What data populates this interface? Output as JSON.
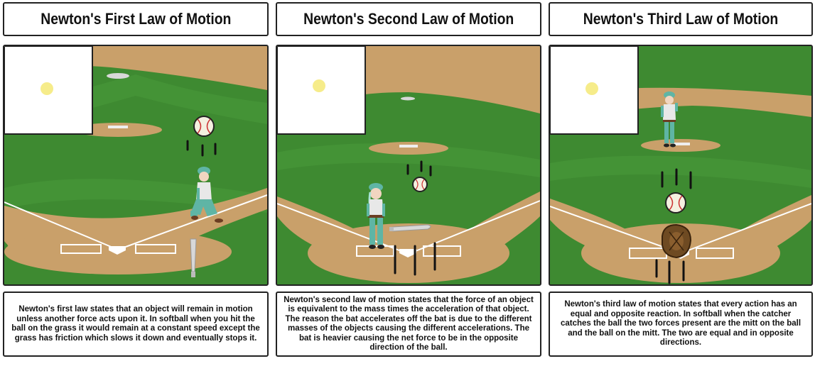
{
  "panels": [
    {
      "title": "Newton's First Law of Motion",
      "caption": "Newton's first law states that an object will remain in motion unless another force acts upon it. In softball when you hit the ball on the grass it would remain at a constant speed except the grass has friction which slows it down and eventually stops it."
    },
    {
      "title": "Newton's Second Law of Motion",
      "caption": "Newton's second law of motion states that the force of an object is equivalent to the mass times the acceleration of that object. The reason the bat accelerates off the bat is due to the different masses of the objects causing the different accelerations. The bat is heavier causing the net force to be in the opposite direction of the ball."
    },
    {
      "title": "Newton's Third Law of Motion",
      "caption": "Newton's third law of motion states that every action has an equal and opposite reaction. In softball when the catcher catches the ball the two forces present are the mitt on the ball and the ball on the mitt. The two are equal and in opposite directions."
    }
  ],
  "colors": {
    "grass": "#3e8a31",
    "grass_stripe": "#4a9a3a",
    "dirt": "#c9a06a",
    "line": "#ffffff",
    "sky": "#ffffff",
    "sun": "#f6ec8a",
    "uniform": "#5fb5a5",
    "border": "#222222"
  },
  "icons": [
    "sun-icon",
    "softball-icon",
    "softball-bat-icon",
    "catcher-mitt-icon",
    "home-plate-icon",
    "pitcher-mound-icon",
    "player-icon"
  ]
}
